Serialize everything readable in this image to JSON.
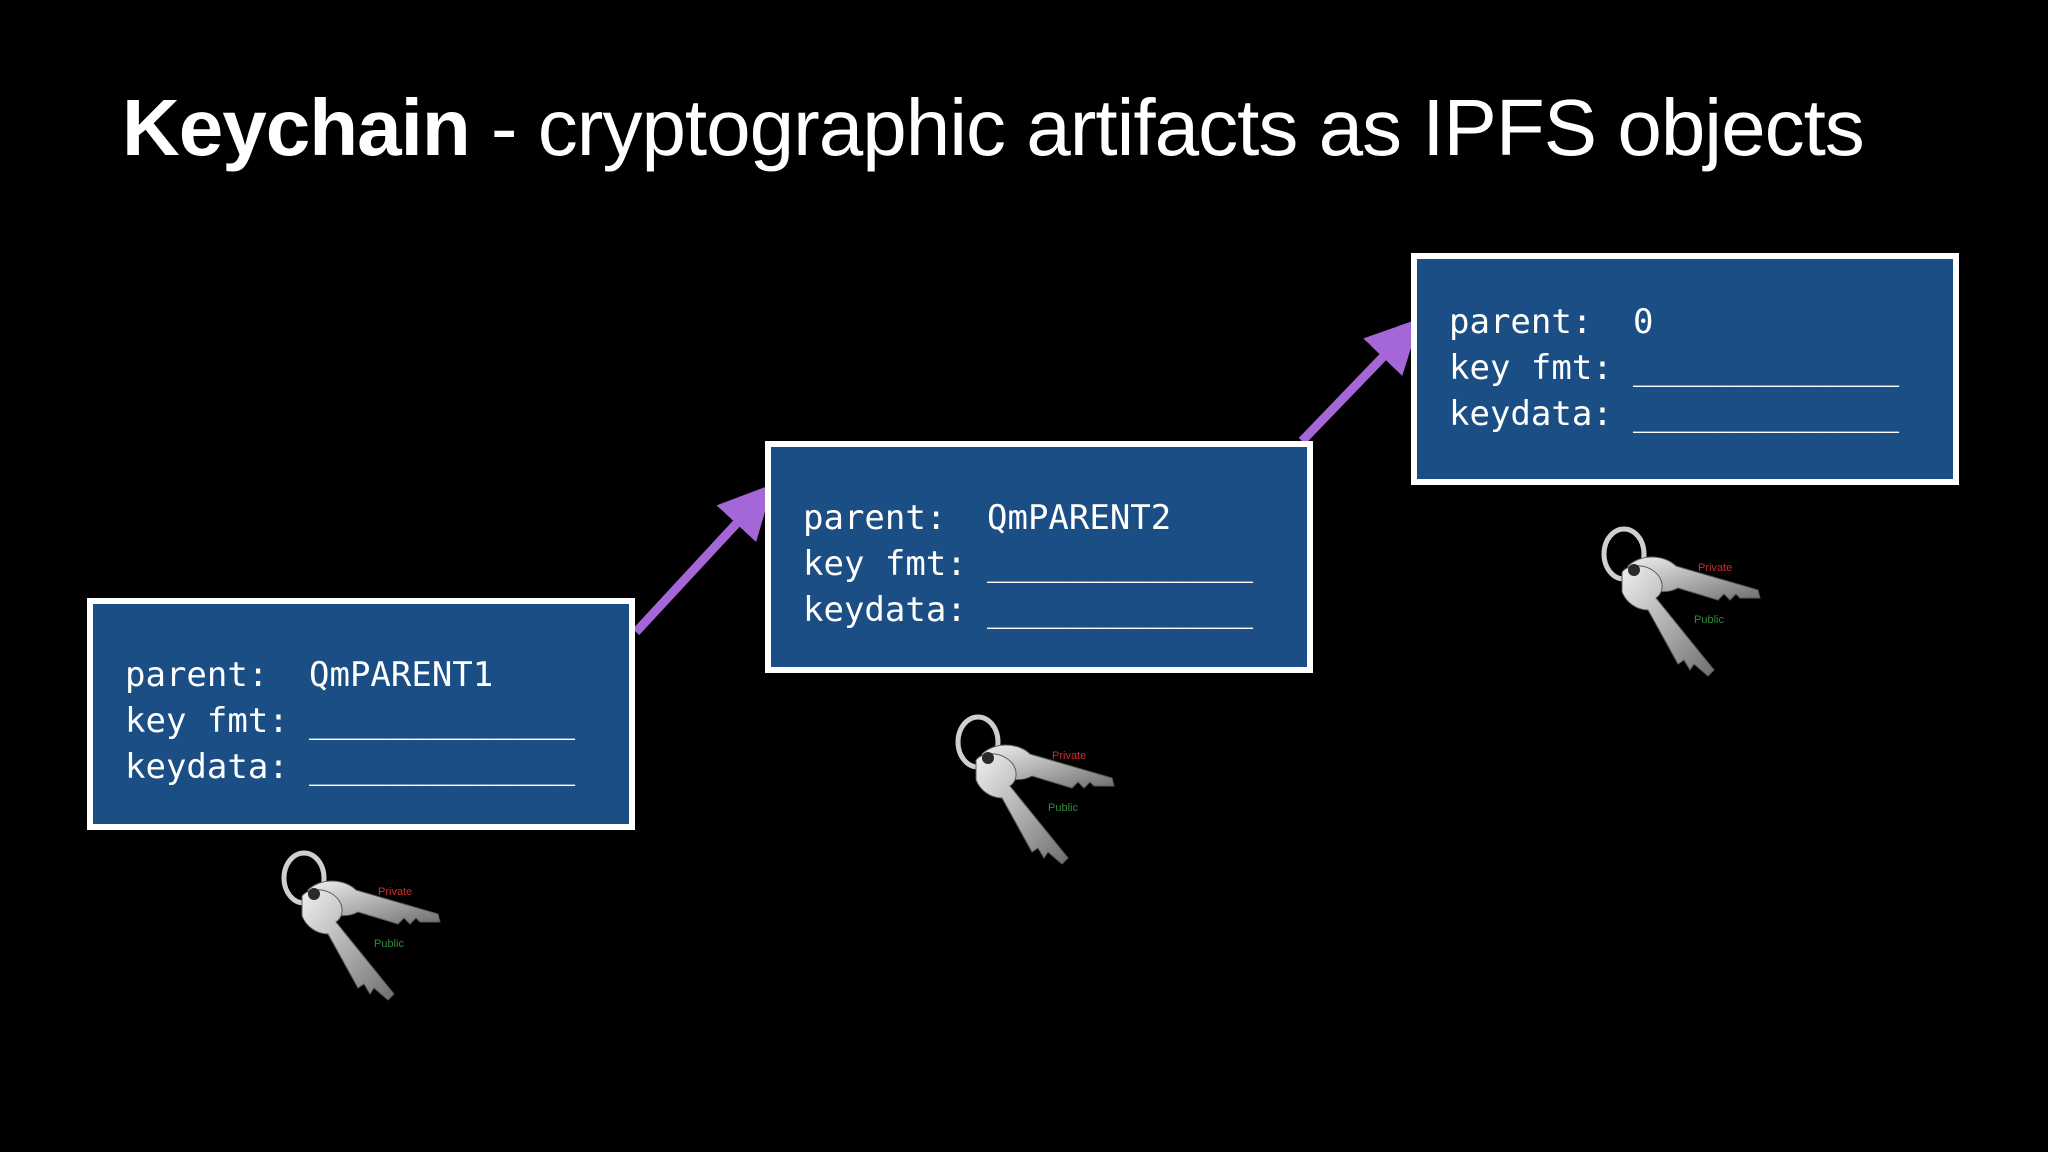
{
  "title": {
    "bold": "Keychain",
    "rest": " - cryptographic artifacts as IPFS objects"
  },
  "blocks": [
    {
      "parent_label": "parent:",
      "parent_value": "QmPARENT1",
      "keyfmt_label": "key fmt:",
      "keyfmt_value": "_____________",
      "keydata_label": "keydata:",
      "keydata_value": "_____________"
    },
    {
      "parent_label": "parent:",
      "parent_value": "QmPARENT2",
      "keyfmt_label": "key fmt:",
      "keyfmt_value": "_____________",
      "keydata_label": "keydata:",
      "keydata_value": "_____________"
    },
    {
      "parent_label": "parent:",
      "parent_value": "0",
      "keyfmt_label": "key fmt:",
      "keyfmt_value": "_____________",
      "keydata_label": "keydata:",
      "keydata_value": "_____________"
    }
  ],
  "keys": {
    "private_label": "Private",
    "public_label": "Public"
  },
  "colors": {
    "background": "#000000",
    "block_fill": "#1b4e84",
    "block_border": "#ffffff",
    "arrow": "#a566d8",
    "private_text": "#c8302e",
    "public_text": "#2e8c3a"
  }
}
